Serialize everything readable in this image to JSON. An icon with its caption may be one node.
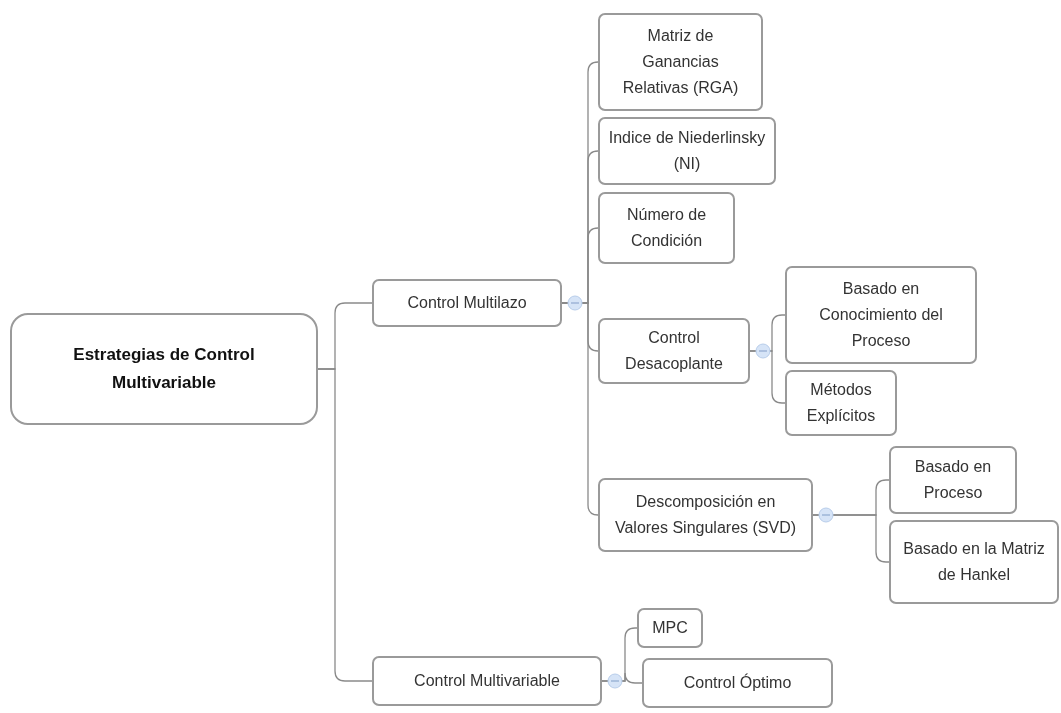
{
  "diagram": {
    "nodes": [
      {
        "text": [
          "Estrategias de Control Multivariable"
        ]
      },
      {
        "text": [
          "Control Multilazo"
        ]
      },
      {
        "text": [
          "Matriz de Ganancias Relativas (RGA)"
        ]
      },
      {
        "text": [
          "Indice de Niederlinsky (NI)"
        ]
      },
      {
        "text": [
          "Número de Condición"
        ]
      },
      {
        "text": [
          "Control Desacoplante"
        ]
      },
      {
        "text": [
          "Basado en Conocimiento del Proceso"
        ]
      },
      {
        "text": [
          "Métodos Explícitos"
        ]
      },
      {
        "text": [
          "Descomposición en Valores Singulares (SVD)"
        ]
      },
      {
        "text": [
          "Basado en Proceso"
        ]
      },
      {
        "text": [
          "Basado en la Matriz de Hankel"
        ]
      },
      {
        "text": [
          "Control Multivariable"
        ]
      },
      {
        "text": [
          "MPC"
        ]
      },
      {
        "text": [
          "Control Óptimo"
        ]
      }
    ],
    "edges": [
      {
        "from": 0,
        "to": 1,
        "arrow": "none"
      },
      {
        "from": 0,
        "to": 11,
        "arrow": "none"
      },
      {
        "from": 1,
        "to": 2,
        "arrow": "none"
      },
      {
        "from": 1,
        "to": 3,
        "arrow": "none"
      },
      {
        "from": 1,
        "to": 4,
        "arrow": "none"
      },
      {
        "from": 1,
        "to": 5,
        "arrow": "none"
      },
      {
        "from": 1,
        "to": 8,
        "arrow": "none"
      },
      {
        "from": 5,
        "to": 6,
        "arrow": "none"
      },
      {
        "from": 5,
        "to": 7,
        "arrow": "none"
      },
      {
        "from": 8,
        "to": 9,
        "arrow": "none"
      },
      {
        "from": 8,
        "to": 10,
        "arrow": "none"
      },
      {
        "from": 11,
        "to": 12,
        "arrow": "none"
      },
      {
        "from": 11,
        "to": 13,
        "arrow": "none"
      }
    ]
  }
}
